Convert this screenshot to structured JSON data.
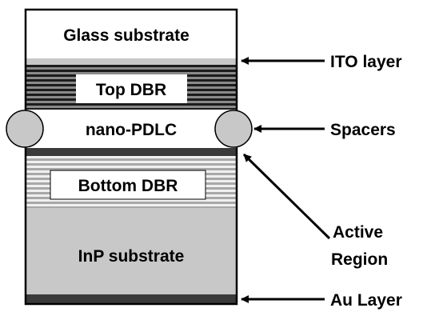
{
  "layers": {
    "glass": "Glass substrate",
    "top_dbr": "Top DBR",
    "pdlc": "nano-PDLC",
    "bottom_dbr": "Bottom DBR",
    "inp": "InP substrate"
  },
  "callouts": {
    "ito": "ITO layer",
    "spacers": "Spacers",
    "active_line1": "Active",
    "active_line2": "Region",
    "au": "Au Layer"
  },
  "colors": {
    "glass": "#ffffff",
    "ito": "#c8c8c8",
    "top_dbr_dark": "#1c1c1c",
    "top_dbr_light": "#8a8a8a",
    "active": "#3a3a3a",
    "bottom_dbr_light": "#f0f0f0",
    "bottom_dbr_dark": "#a8a8a8",
    "inp": "#c8c8c8",
    "au": "#3a3a3a",
    "spacer": "#c8c8c8"
  }
}
